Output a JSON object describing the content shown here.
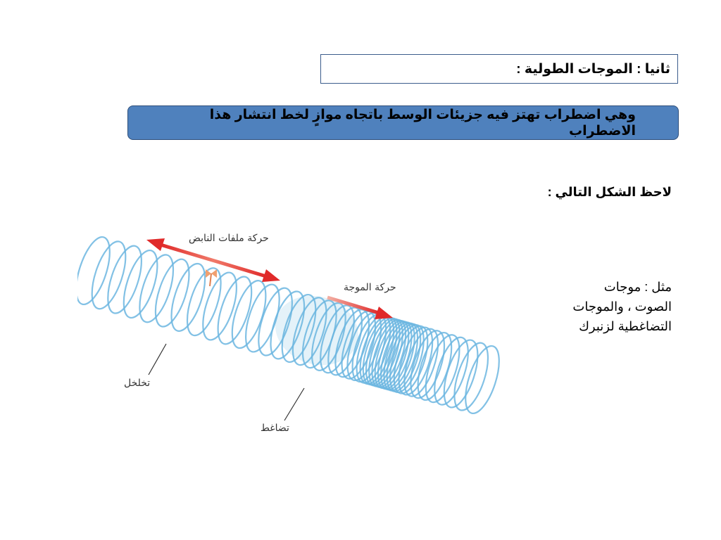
{
  "section_title": "ثانيا : الموجات الطولية :",
  "definition": "وهي اضطراب تهتز فيه جزيئات الوسط باتجاه موازٍ لخط انتشار هذا الاضطراب",
  "observe_label": "لاحظ الشكل التالي :",
  "example_lines": [
    "مثل : موجات",
    "الصوت ، والموجات",
    "التضاغطية لزنبرك"
  ],
  "figure": {
    "coil_motion_label": "حركة ملفات النابض",
    "wave_motion_label": "حركة الموجة",
    "rarefaction_label": "تخلخل",
    "compression_label": "تضاغط"
  },
  "colors": {
    "coil": "#6cb6e0",
    "arrow": "#e02a2a",
    "box_fill": "#4f81bd"
  }
}
